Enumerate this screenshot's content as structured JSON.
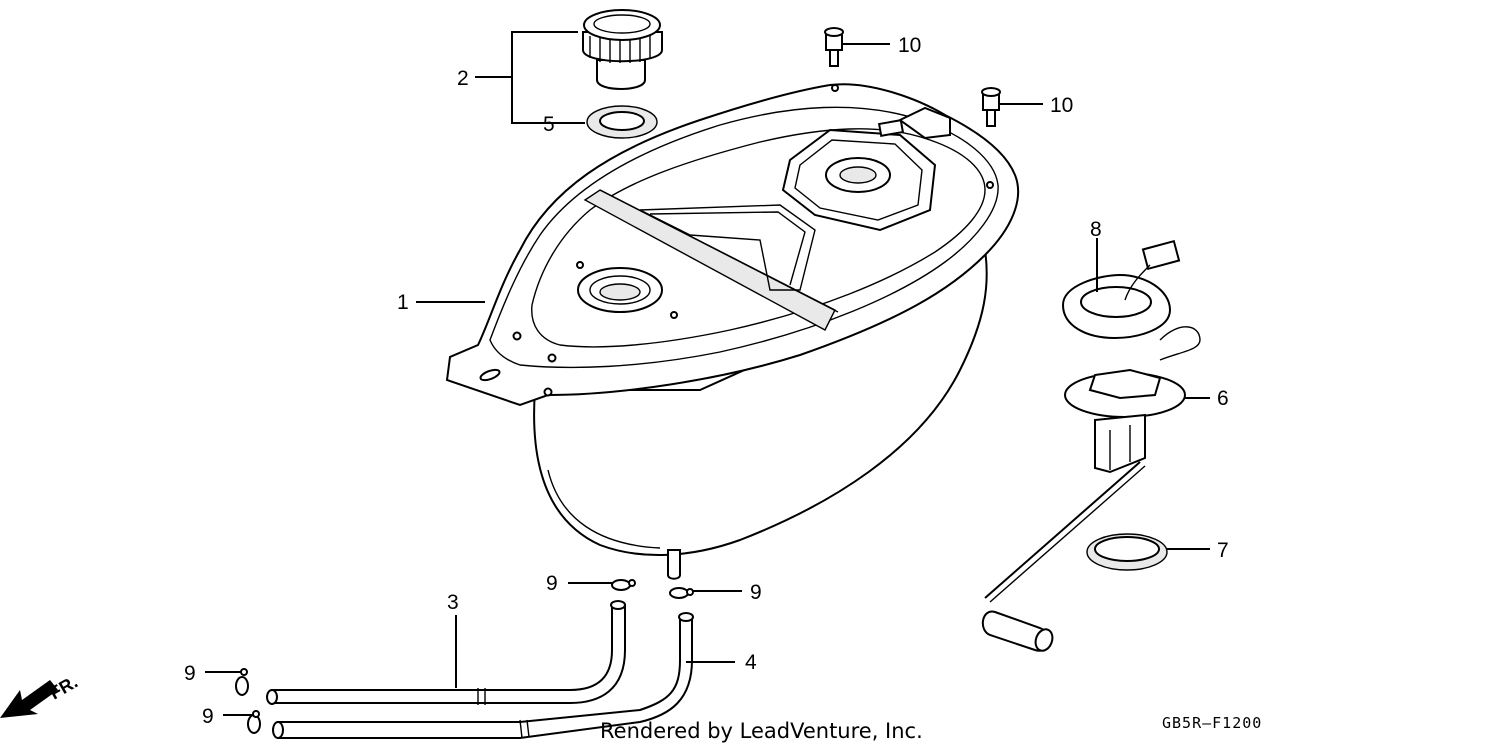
{
  "diagram": {
    "callouts": [
      {
        "id": "tank",
        "number": "1"
      },
      {
        "id": "filler-cap",
        "number": "2"
      },
      {
        "id": "hose-long",
        "number": "3"
      },
      {
        "id": "hose-short",
        "number": "4"
      },
      {
        "id": "cap-gasket",
        "number": "5"
      },
      {
        "id": "fuel-unit",
        "number": "6"
      },
      {
        "id": "unit-seal",
        "number": "7"
      },
      {
        "id": "set-plate",
        "number": "8"
      },
      {
        "id": "clip-upper-left",
        "number": "9"
      },
      {
        "id": "clip-upper-right",
        "number": "9"
      },
      {
        "id": "clip-lower-left-a",
        "number": "9"
      },
      {
        "id": "clip-lower-left-b",
        "number": "9"
      },
      {
        "id": "bolt-left",
        "number": "10"
      },
      {
        "id": "bolt-right",
        "number": "10"
      }
    ],
    "direction_label": "FR.",
    "credit": "Rendered by LeadVenture, Inc.",
    "figure_code": "GB5R–F1200"
  }
}
